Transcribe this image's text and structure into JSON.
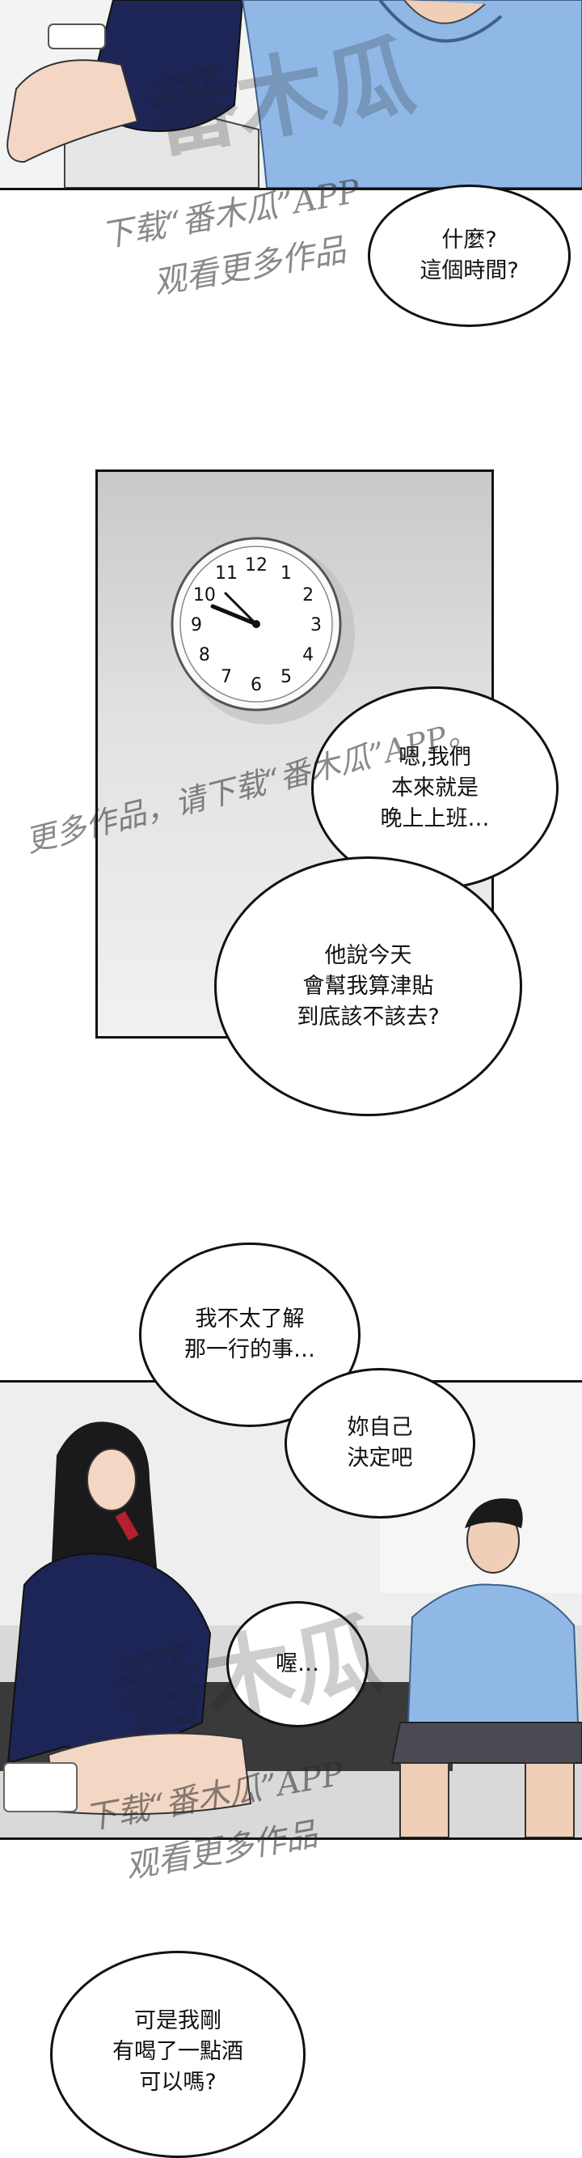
{
  "bubbles": {
    "b1": [
      "什麼?",
      "這個時間?"
    ],
    "b2": [
      "嗯,我們",
      "本來就是",
      "晚上上班…"
    ],
    "b3": [
      "他說今天",
      "會幫我算津貼",
      "到底該不該去?"
    ],
    "b4": [
      "我不太了解",
      "那一行的事…"
    ],
    "b5": [
      "妳自己",
      "決定吧"
    ],
    "b6": [
      "喔…"
    ],
    "b7": [
      "可是我剛",
      "有喝了一點酒",
      "可以嗎?"
    ]
  },
  "watermarks": {
    "w1_line1": "下载“番木瓜”APP",
    "w1_line2": "观看更多作品",
    "w2": "更多作品，请下载“番木瓜”APP。",
    "w3_line1": "下载“番木瓜”APP",
    "w3_line2": "观看更多作品",
    "logo1": "番木瓜",
    "logo2": "番木瓜"
  },
  "clock": {
    "numerals": [
      "12",
      "1",
      "2",
      "3",
      "4",
      "5",
      "6",
      "7",
      "8",
      "9",
      "10",
      "11"
    ]
  },
  "colors": {
    "shirt_blue": "#8fb8e6",
    "dress_navy": "#1d2557",
    "ink": "#111111"
  }
}
